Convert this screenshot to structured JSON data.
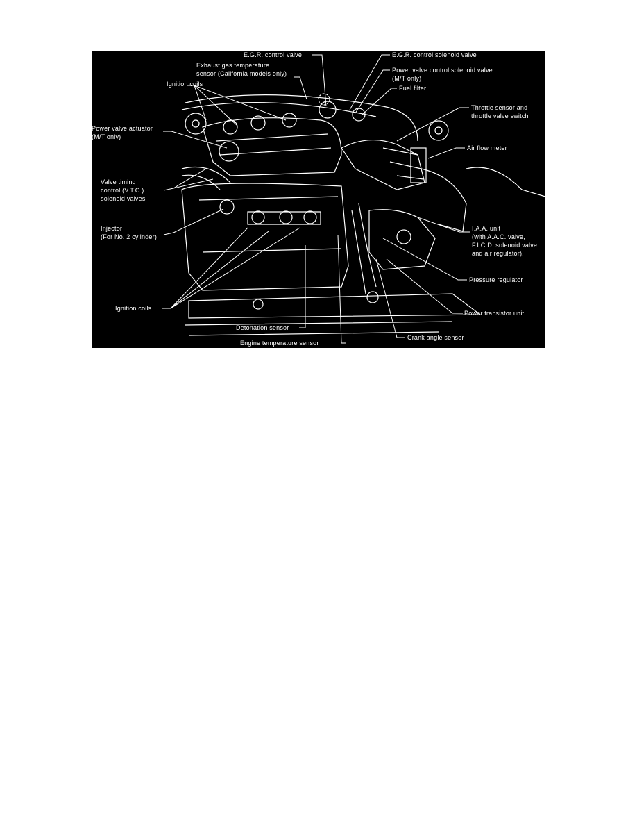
{
  "diagram": {
    "background_color": "#000000",
    "line_color": "#ffffff",
    "labels": {
      "egr_control_valve": "E.G.R. control valve",
      "egr_control_solenoid_valve": "E.G.R. control solenoid valve",
      "exhaust_gas_temp_sensor_1": "Exhaust gas temperature",
      "exhaust_gas_temp_sensor_2": "sensor (California models only)",
      "power_valve_control_solenoid_1": "Power valve control solenoid valve",
      "power_valve_control_solenoid_2": "(M/T only)",
      "ignition_coils_top": "Ignition coils",
      "fuel_filter": "Fuel filter",
      "throttle_sensor_1": "Throttle sensor and",
      "throttle_sensor_2": "throttle valve switch",
      "power_valve_actuator_1": "Power valve actuator",
      "power_valve_actuator_2": "(M/T only)",
      "air_flow_meter": "Air flow meter",
      "vtc_1": "Valve timing",
      "vtc_2": "control (V.T.C.)",
      "vtc_3": "solenoid valves",
      "injector_1": "Injector",
      "injector_2": "(For No. 2 cylinder)",
      "iaa_1": "I.A.A. unit",
      "iaa_2": "(with A.A.C. valve,",
      "iaa_3": "F.I.C.D. solenoid valve",
      "iaa_4": "and air regulator).",
      "pressure_regulator": "Pressure regulator",
      "ignition_coils_bottom": "Ignition coils",
      "power_transistor_unit": "Power transistor unit",
      "detonation_sensor": "Detonation sensor",
      "crank_angle_sensor": "Crank angle sensor",
      "engine_temperature_sensor": "Engine temperature sensor"
    }
  }
}
